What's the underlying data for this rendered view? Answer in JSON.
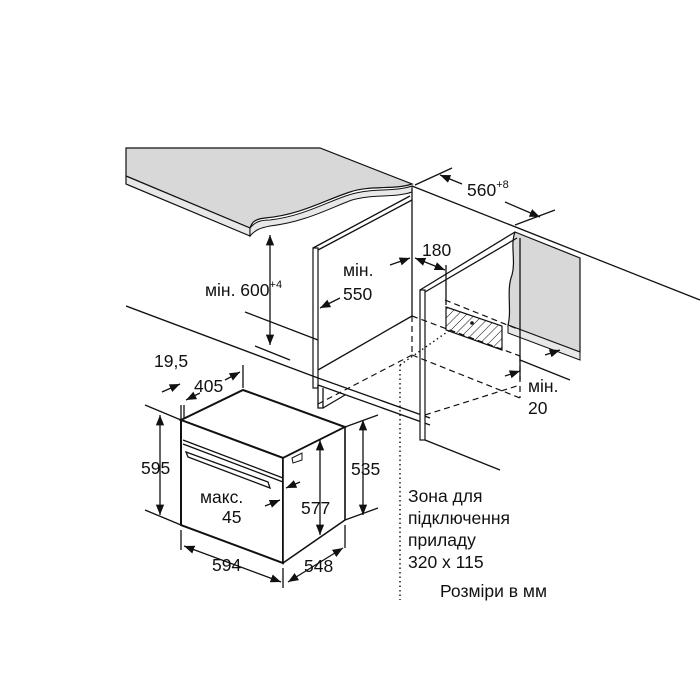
{
  "dimensions": {
    "niche_height": "мін. 600",
    "niche_height_tol": "+4",
    "niche_depth_label": "мін.",
    "niche_depth_value": "550",
    "niche_width": "560",
    "niche_width_tol": "+8",
    "outlet_offset": "180",
    "gap_label": "мін.",
    "gap_value": "20",
    "oven_offset": "19,5",
    "oven_top_depth": "405",
    "oven_height": "595",
    "handle_label": "макс.",
    "handle_value": "45",
    "oven_inner_height": "577",
    "oven_side_height": "535",
    "oven_width": "594",
    "oven_depth": "548"
  },
  "connection_zone": {
    "line1": "Зона для",
    "line2": "підключення",
    "line3": "приладу",
    "line4": "320 x 115"
  },
  "units_note": "Розміри в мм"
}
